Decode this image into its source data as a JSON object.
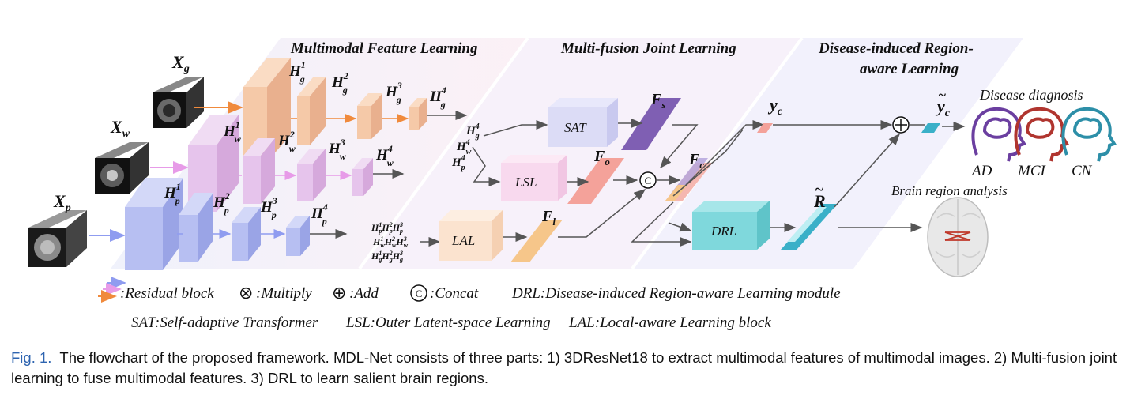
{
  "sections": {
    "s1": "Multimodal Feature Learning",
    "s2": "Multi-fusion Joint  Learning",
    "s3_line1": "Disease-induced Region-",
    "s3_line2": "aware Learning"
  },
  "inputs": {
    "g": "X",
    "g_sub": "g",
    "w": "X",
    "w_sub": "w",
    "p": "X",
    "p_sub": "p"
  },
  "features": {
    "H": "H"
  },
  "modules": {
    "sat": "SAT",
    "lsl": "LSL",
    "lal": "LAL",
    "drl": "DRL"
  },
  "outputs": {
    "fs": "F",
    "fs_sub": "s",
    "fo": "F",
    "fo_sub": "o",
    "fl": "F",
    "fl_sub": "l",
    "fc": "F",
    "fc_sub": "c",
    "yc": "y",
    "yc_sub": "c",
    "ytc": "y",
    "ytc_sub": "c",
    "r": "R",
    "concat": "C",
    "add": "⊕"
  },
  "diagnosis": {
    "title": "Disease diagnosis",
    "ad": "AD",
    "mci": "MCI",
    "cn": "CN"
  },
  "brain": {
    "title": "Brain region analysis"
  },
  "legend": {
    "residual": ":Residual block",
    "multiply_sym": "⊗",
    "multiply": ":Multiply",
    "add_sym": "⊕",
    "add": " :Add",
    "concat_sym": "C",
    "concat": ":Concat",
    "drl": "DRL:Disease-induced Region-aware Learning module",
    "sat": "SAT:Self-adaptive Transformer",
    "lsl": "LSL:Outer Latent-space Learning",
    "lal": "LAL:Local-aware Learning block"
  },
  "caption": {
    "label": "Fig. 1.",
    "text": "The flowchart of the proposed framework. MDL-Net consists of three parts: 1) 3DResNet18 to extract multimodal features of multimodal images. 2) Multi-fusion joint learning to fuse multimodal features. 3) DRL to learn salient brain regions."
  },
  "colors": {
    "g_block": "#f5c9a8",
    "w_block": "#e6c4ec",
    "p_block": "#b7bff2",
    "sat": "#dcdcf6",
    "lsl": "#f8d9ee",
    "lal": "#fbe3cf",
    "drl": "#7fd8dc",
    "fs": "#7f5fb3",
    "fo": "#f4a29a",
    "fl": "#f6c68a",
    "r": "#3ab0c8",
    "ad": "#6b3fa0",
    "mci": "#b0352f",
    "cn": "#2d8fa8"
  }
}
